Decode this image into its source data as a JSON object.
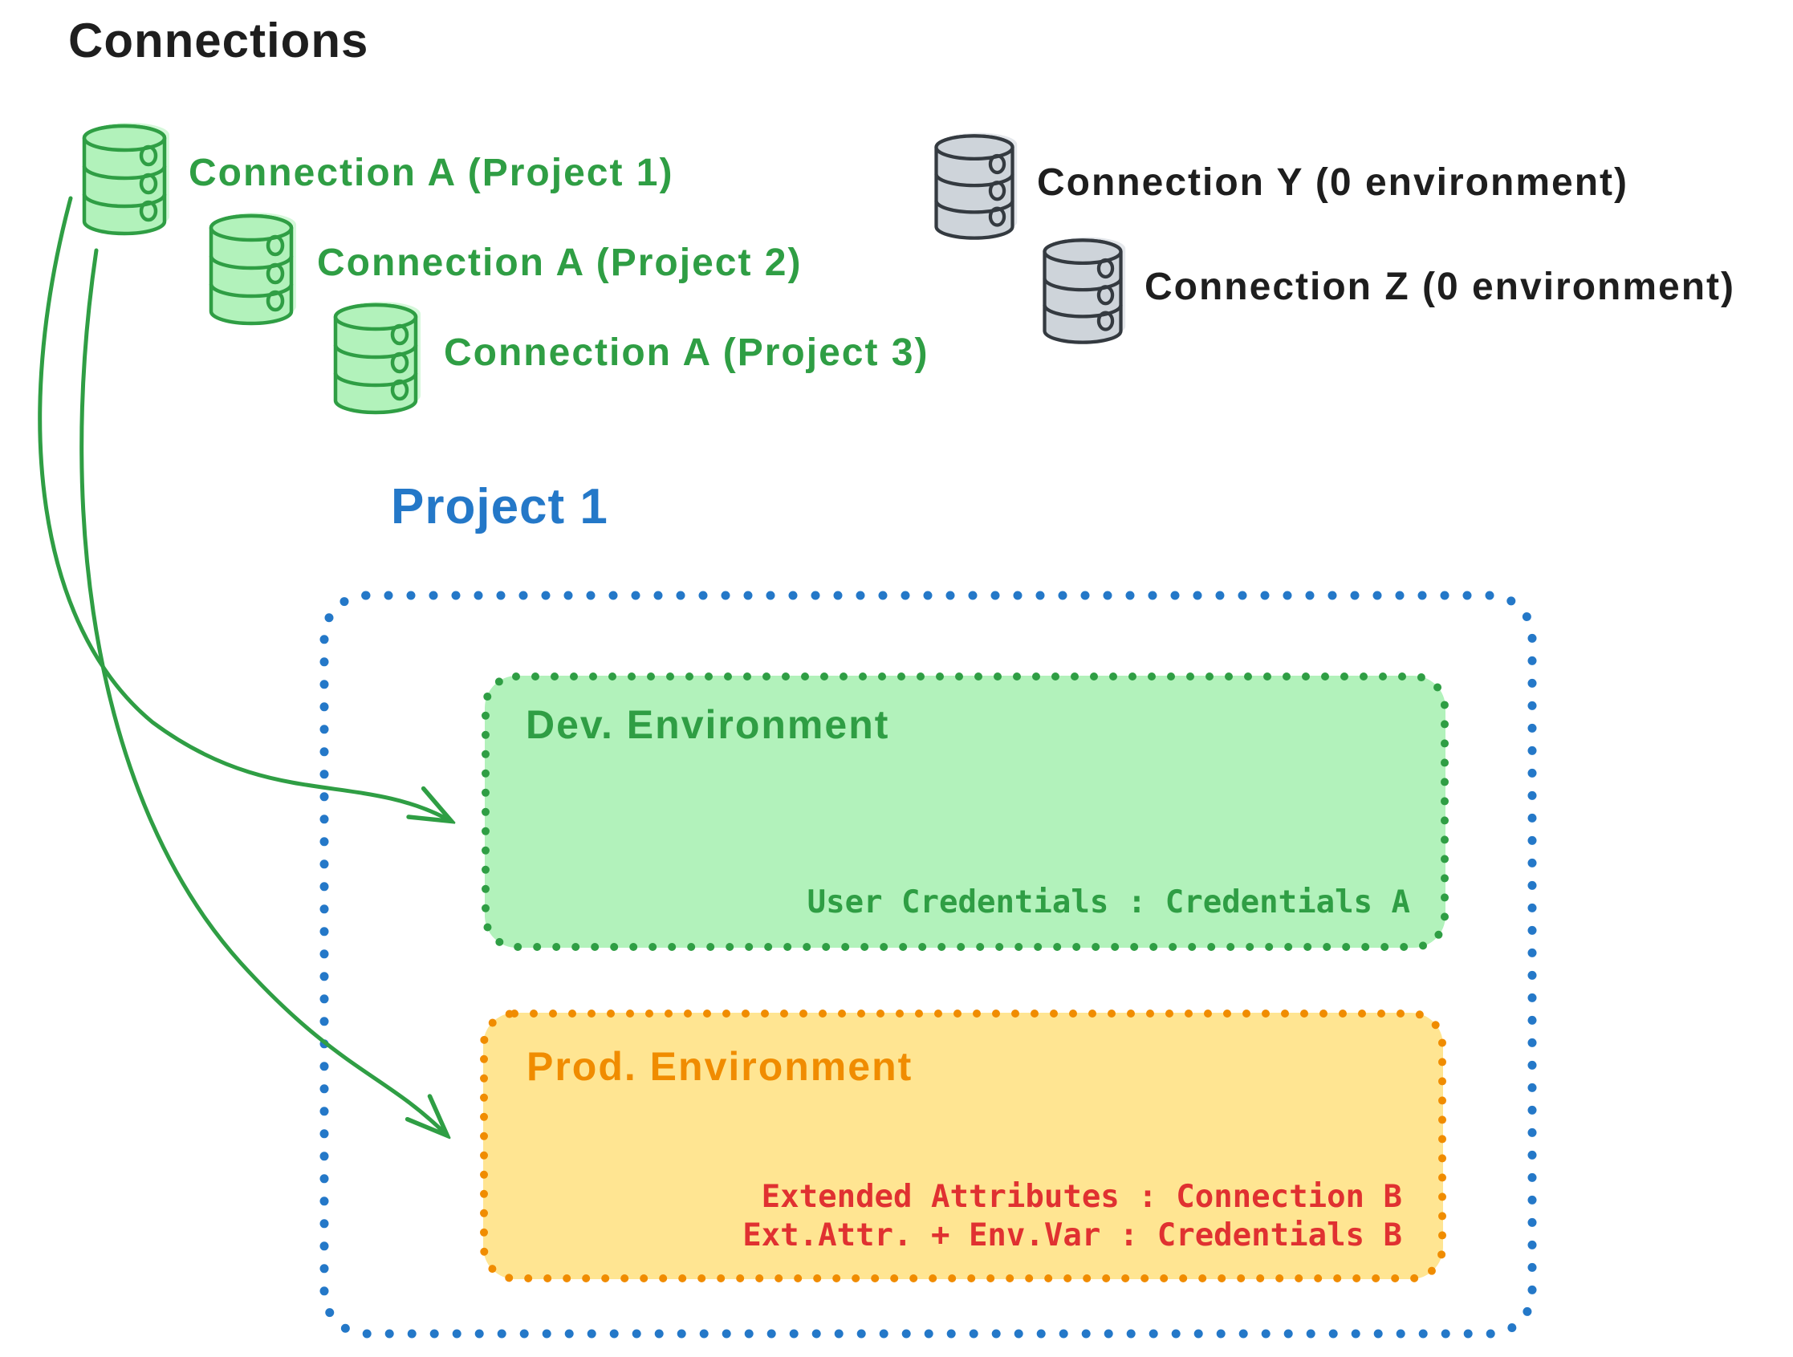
{
  "header": {
    "title": "Connections"
  },
  "icons": {
    "connection": "database-icon"
  },
  "colors": {
    "green_stroke": "#2f9e44",
    "green_fill": "#b2f2bb",
    "gray_stroke": "#343a40",
    "gray_fill": "#ced4da",
    "blue": "#2478c8",
    "orange": "#f08c00",
    "yellow_fill": "#ffe592",
    "red": "#e03131",
    "black": "#1e1e1e"
  },
  "connections": {
    "green": [
      {
        "label": "Connection A (Project 1)"
      },
      {
        "label": "Connection A (Project 2)"
      },
      {
        "label": "Connection A (Project 3)"
      }
    ],
    "gray": [
      {
        "label": "Connection Y (0 environment)"
      },
      {
        "label": "Connection Z (0 environment)"
      }
    ]
  },
  "project": {
    "title": "Project 1",
    "environments": [
      {
        "name": "Dev. Environment",
        "details": [
          "User Credentials : Credentials A"
        ]
      },
      {
        "name": "Prod. Environment",
        "details": [
          "Extended Attributes : Connection B",
          "Ext.Attr. + Env.Var : Credentials B"
        ]
      }
    ]
  }
}
